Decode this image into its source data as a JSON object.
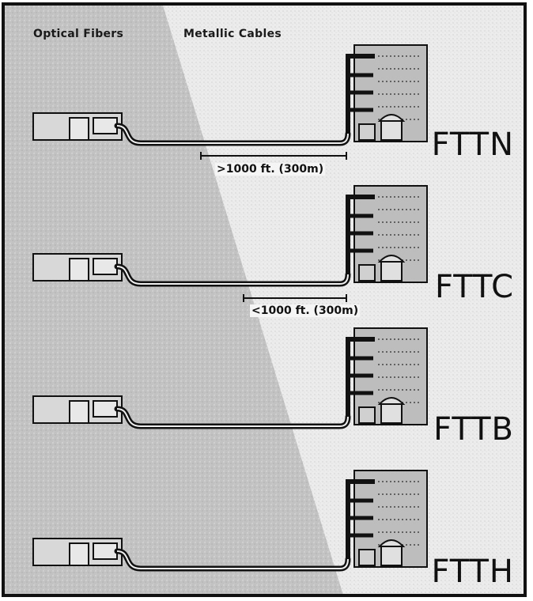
{
  "legend": {
    "optical": "Optical Fibers",
    "metallic": "Metallic Cables"
  },
  "levels": [
    {
      "label": "FTTN",
      "distance": ">1000 ft. (300m)"
    },
    {
      "label": "FTTC",
      "distance": "<1000 ft. (300m)"
    },
    {
      "label": "FTTB",
      "distance": ""
    },
    {
      "label": "FTTH",
      "distance": ""
    }
  ],
  "colors": {
    "fiber_zone": "#c2c2c2",
    "metallic_zone": "#ececec",
    "line": "#111111"
  }
}
